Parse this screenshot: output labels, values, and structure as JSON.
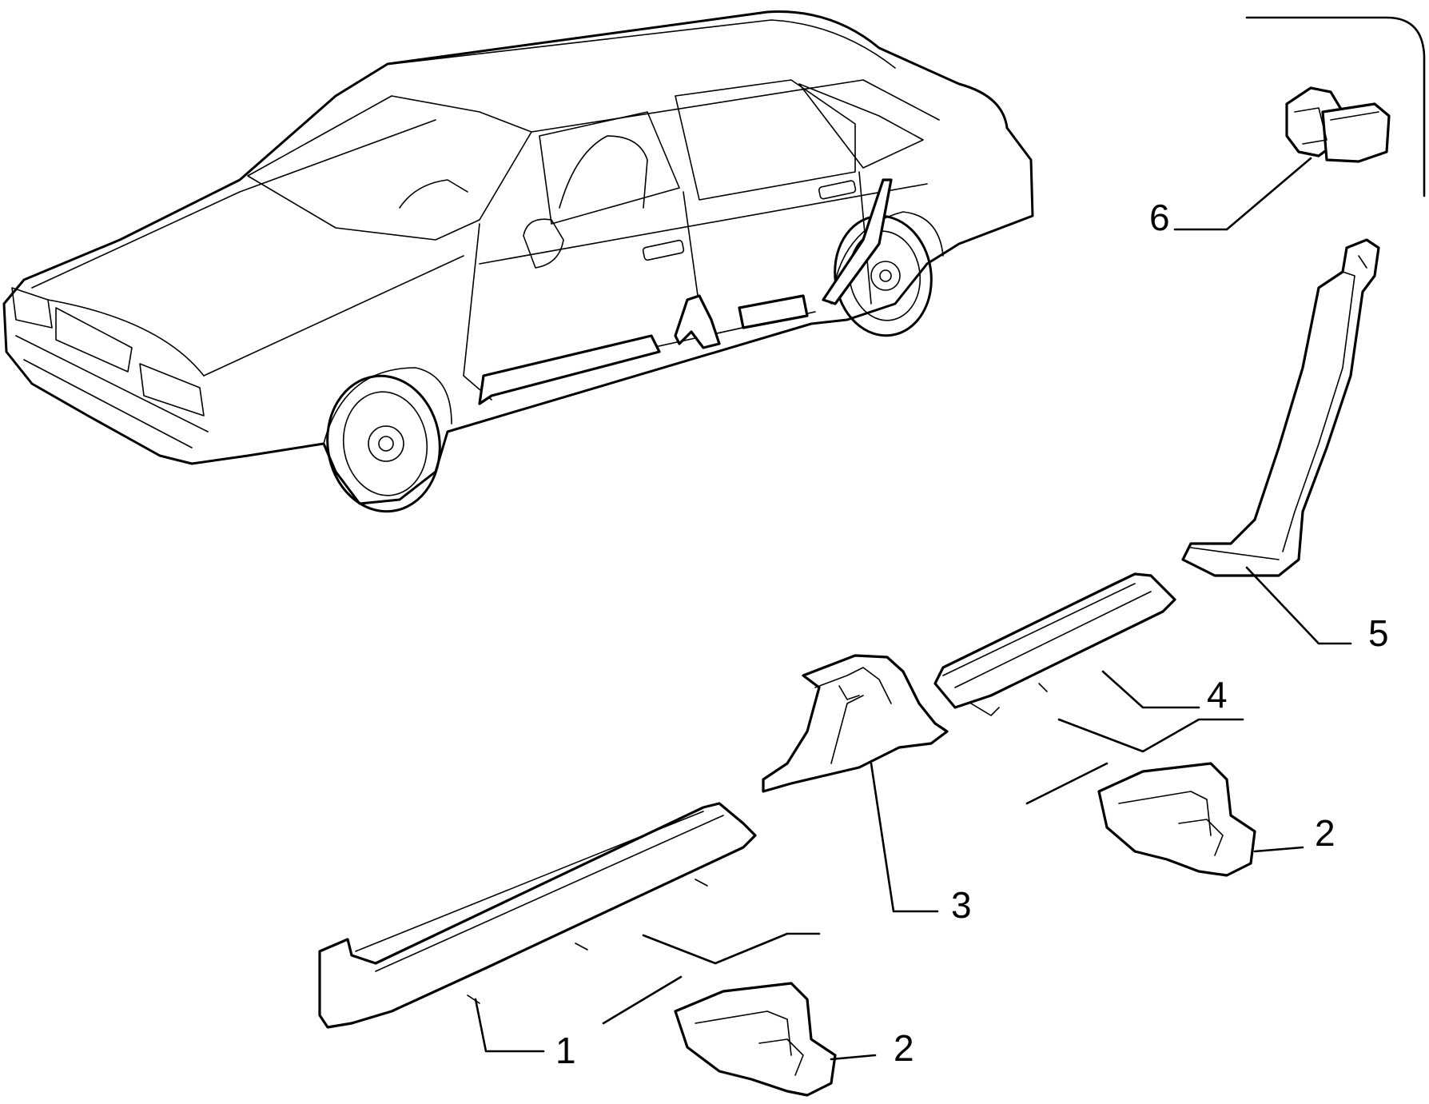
{
  "callouts": {
    "c1": "1",
    "c2a": "2",
    "c2b": "2",
    "c3": "3",
    "c4": "4",
    "c5": "5",
    "c6": "6"
  },
  "colors": {
    "line": "#000000",
    "background": "#ffffff"
  }
}
